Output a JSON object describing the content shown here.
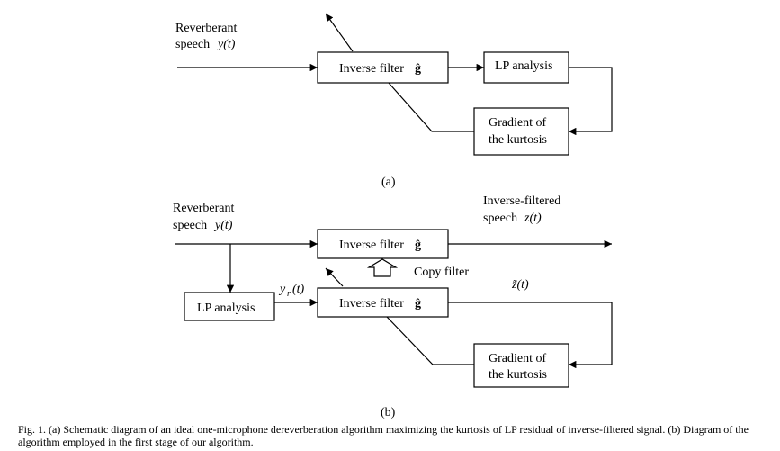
{
  "panel_a": {
    "input_label_line1": "Reverberant",
    "input_label_line2": "speech",
    "input_symbol": "y(t)",
    "inverse_filter": "Inverse filter",
    "filter_symbol": "ĝ",
    "lp_analysis": "LP analysis",
    "gradient_line1": "Gradient of",
    "gradient_line2": "the kurtosis",
    "panel_label": "(a)"
  },
  "panel_b": {
    "input_label_line1": "Reverberant",
    "input_label_line2": "speech",
    "input_symbol": "y(t)",
    "output_label_line1": "Inverse-filtered",
    "output_label_line2": "speech",
    "output_symbol": "z(t)",
    "inverse_filter_top": "Inverse filter",
    "inverse_filter_bottom": "Inverse filter",
    "filter_symbol": "ĝ",
    "copy_filter": "Copy filter",
    "lp_analysis": "LP analysis",
    "residual_symbol": "y",
    "residual_subscript": "r",
    "residual_arg": "(t)",
    "ztilde_symbol": "z̃(t)",
    "gradient_line1": "Gradient of",
    "gradient_line2": "the kurtosis",
    "panel_label": "(b)"
  },
  "caption": "Fig. 1.   (a) Schematic diagram of an ideal one-microphone dereverberation algorithm maximizing the kurtosis of LP residual of inverse-filtered signal. (b) Diagram of the algorithm employed in the first stage of our algorithm."
}
